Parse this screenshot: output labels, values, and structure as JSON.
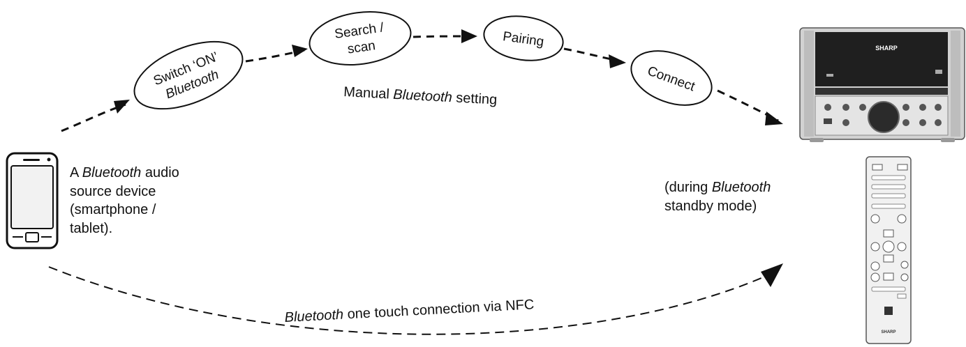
{
  "steps": [
    {
      "line1": "Switch ‘ON’",
      "line2": "Bluetooth"
    },
    {
      "line1": "Search /",
      "line2": "scan"
    },
    {
      "line1": "Pairing",
      "line2": ""
    },
    {
      "line1": "Connect",
      "line2": ""
    }
  ],
  "manual_label": {
    "before": "Manual ",
    "italic": "Bluetooth",
    "after": " setting"
  },
  "source_device": {
    "line1_before": "A ",
    "line1_italic": "Bluetooth",
    "line1_after": " audio",
    "line2": "source device",
    "line3": "(smartphone /",
    "line4": "tablet)."
  },
  "standby": {
    "line1_before": "(during ",
    "line1_italic": "Bluetooth",
    "line2": "standby mode)"
  },
  "nfc_label": {
    "italic": "Bluetooth",
    "after": " one touch connection via NFC"
  },
  "speaker": {
    "brand": "SHARP"
  },
  "remote": {
    "brand": "SHARP"
  }
}
